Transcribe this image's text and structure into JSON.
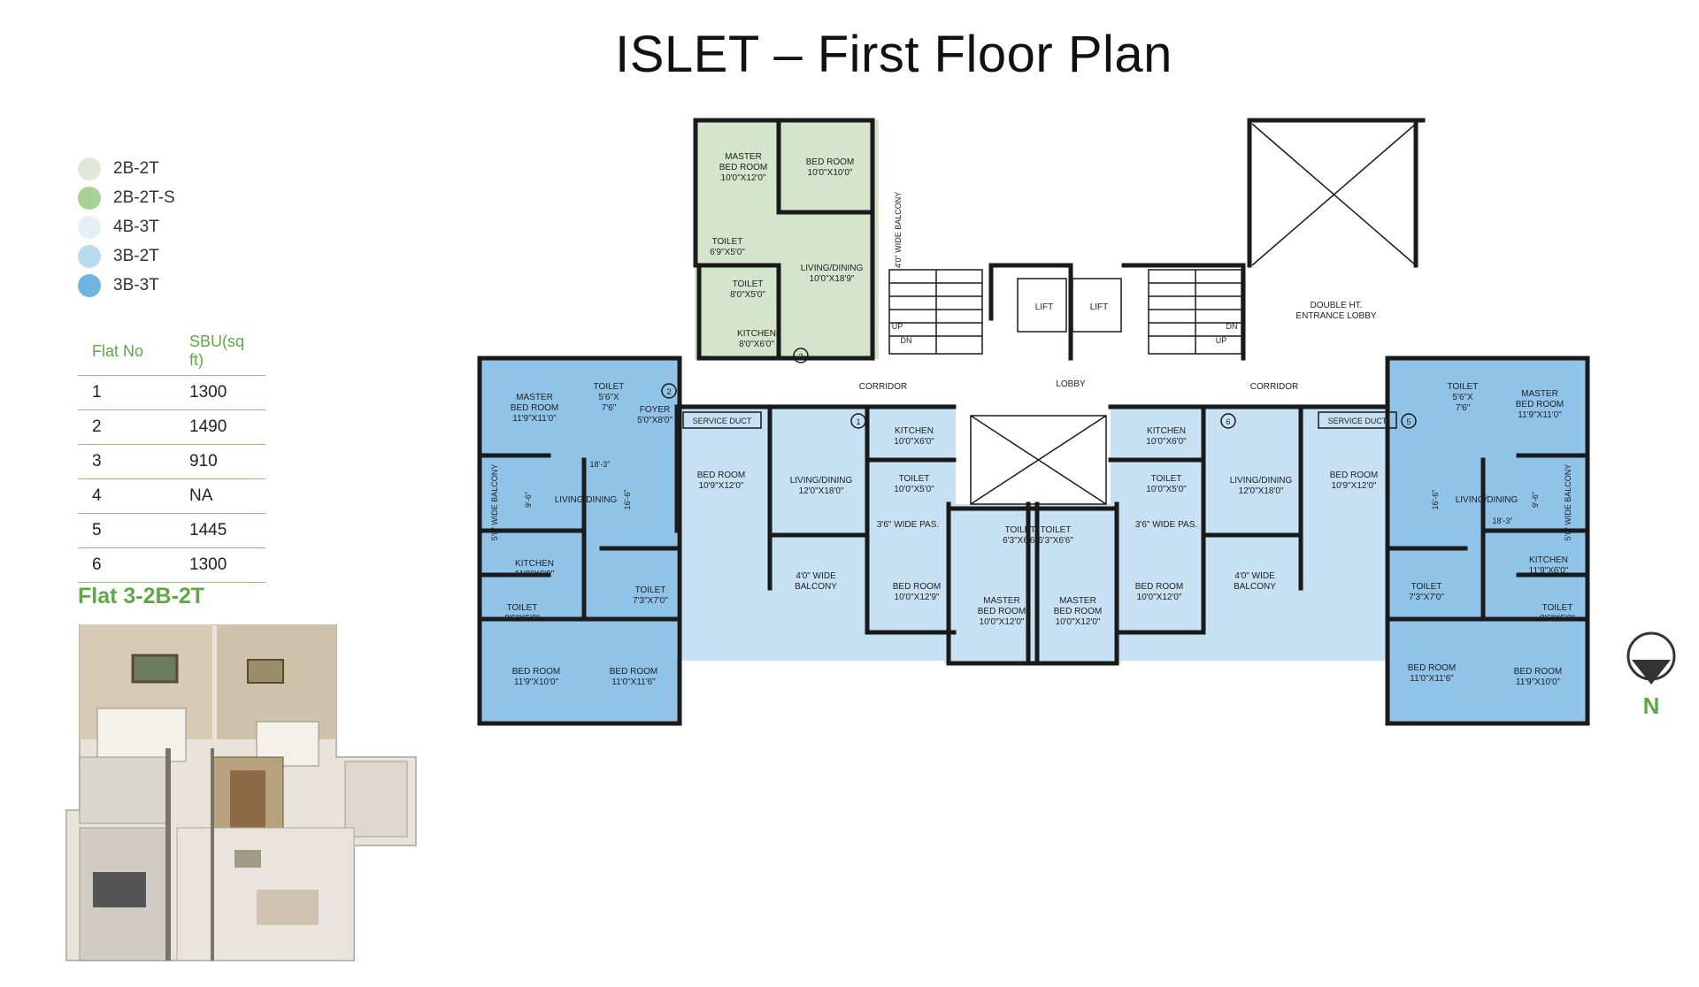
{
  "title": "ISLET – First Floor Plan",
  "legend": [
    {
      "label": "2B-2T",
      "color": "#dfe9d8"
    },
    {
      "label": "2B-2T-S",
      "color": "#a8d293"
    },
    {
      "label": "4B-3T",
      "color": "#e3f0f8"
    },
    {
      "label": "3B-2T",
      "color": "#b9dbf0"
    },
    {
      "label": "3B-3T",
      "color": "#6db4df"
    }
  ],
  "table": {
    "headers": [
      "Flat No",
      "SBU(sq ft)"
    ],
    "rows": [
      {
        "flat": "1",
        "sbu": "1300"
      },
      {
        "flat": "2",
        "sbu": "1490"
      },
      {
        "flat": "3",
        "sbu": "910"
      },
      {
        "flat": "4",
        "sbu": "NA"
      },
      {
        "flat": "5",
        "sbu": "1445"
      },
      {
        "flat": "6",
        "sbu": "1300"
      }
    ]
  },
  "flat_title": "Flat 3-2B-2T",
  "north_label": "N",
  "plan": {
    "colors": {
      "green": "#d4e5cc",
      "blue": "#8fc4e8",
      "light_blue": "#c6e1f3",
      "wall": "#1a1a1a"
    },
    "common": {
      "corridor_left": "CORRIDOR",
      "corridor_right": "CORRIDOR",
      "lobby": "LOBBY",
      "lift1": "LIFT",
      "lift2": "LIFT",
      "entrance_line1": "DOUBLE HT.",
      "entrance_line2": "ENTRANCE LOBBY",
      "up": "UP",
      "dn": "DN",
      "service_duct": "SERVICE DUCT"
    },
    "flat3": {
      "no": "3",
      "master_1": "MASTER",
      "master_2": "BED ROOM",
      "master_3": "10'0\"X12'0\"",
      "bed_1": "BED ROOM",
      "bed_2": "10'0\"X10'0\"",
      "toilet1_1": "TOILET",
      "toilet1_2": "6'9\"X5'0\"",
      "toilet2_1": "TOILET",
      "toilet2_2": "8'0\"X5'0\"",
      "living_1": "LIVING/DINING",
      "living_2": "10'0\"X18'9\"",
      "kitchen_1": "KITCHEN",
      "kitchen_2": "8'0\"X6'0\"",
      "balcony": "4'0\" WIDE BALCONY"
    },
    "flat2": {
      "no": "2",
      "master_1": "MASTER",
      "master_2": "BED ROOM",
      "master_3": "11'9\"X11'0\"",
      "toilet_1": "TOILET",
      "toilet_2": "5'6\"X",
      "toilet_3": "7'6\"",
      "foyer_1": "FOYER",
      "foyer_2": "5'0\"X8'0\"",
      "balcony": "5'0\" WIDE BALCONY",
      "living": "LIVING/DINING",
      "dim1": "18'-3\"",
      "dim2": "9'-6\"",
      "dim3": "16'-6\"",
      "kitchen_1": "KITCHEN",
      "kitchen_2": "11'9\"X6'0\"",
      "toilet2_1": "TOILET",
      "toilet2_2": "8'6\"X5'0\"",
      "toilet3_1": "TOILET",
      "toilet3_2": "7'3\"X7'0\"",
      "bed1_1": "BED ROOM",
      "bed1_2": "11'9\"X10'0\"",
      "bed2_1": "BED ROOM",
      "bed2_2": "11'0\"X11'6\""
    },
    "flat1": {
      "no": "1",
      "bed_1": "BED ROOM",
      "bed_2": "10'9\"X12'0\"",
      "living_1": "LIVING/DINING",
      "living_2": "12'0\"X18'0\"",
      "kitchen_1": "KITCHEN",
      "kitchen_2": "10'0\"X6'0\"",
      "toilet_1": "TOILET",
      "toilet_2": "10'0\"X5'0\"",
      "passage": "3'6\" WIDE PAS.",
      "balcony_1": "4'0\" WIDE",
      "balcony_2": "BALCONY",
      "bed2_1": "BED ROOM",
      "bed2_2": "10'0\"X12'9\"",
      "toilet2_1": "TOILET",
      "toilet2_2": "6'3\"X6'6\"",
      "master_1": "MASTER",
      "master_2": "BED ROOM",
      "master_3": "10'0\"X12'0\""
    },
    "flat6": {
      "no": "6",
      "kitchen_1": "KITCHEN",
      "kitchen_2": "10'0\"X6'0\"",
      "toilet_1": "TOILET",
      "toilet_2": "10'0\"X5'0\"",
      "living_1": "LIVING/DINING",
      "living_2": "12'0\"X18'0\"",
      "bed_1": "BED ROOM",
      "bed_2": "10'9\"X12'0\"",
      "passage": "3'6\" WIDE PAS.",
      "toilet2_1": "TOILET",
      "toilet2_2": "6'3\"X6'6\"",
      "master_1": "MASTER",
      "master_2": "BED ROOM",
      "master_3": "10'0\"X12'0\"",
      "bed2_1": "BED ROOM",
      "bed2_2": "10'0\"X12'0\"",
      "balcony_1": "4'0\" WIDE",
      "balcony_2": "BALCONY"
    },
    "flat5": {
      "no": "5",
      "toilet_1": "TOILET",
      "toilet_2": "5'6\"X",
      "toilet_3": "7'6\"",
      "master_1": "MASTER",
      "master_2": "BED ROOM",
      "master_3": "11'9\"X11'0\"",
      "living": "LIVING/DINING",
      "dim1": "16'-6\"",
      "dim2": "9'-6\"",
      "dim3": "18'-3\"",
      "balcony": "5'0\" WIDE BALCONY",
      "kitchen_1": "KITCHEN",
      "kitchen_2": "11'9\"X6'0\"",
      "toilet2_1": "TOILET",
      "toilet2_2": "7'3\"X7'0\"",
      "toilet3_1": "TOILET",
      "toilet3_2": "8'6\"X5'0\"",
      "bed1_1": "BED ROOM",
      "bed1_2": "11'0\"X11'6\"",
      "bed2_1": "BED ROOM",
      "bed2_2": "11'9\"X10'0\""
    }
  }
}
